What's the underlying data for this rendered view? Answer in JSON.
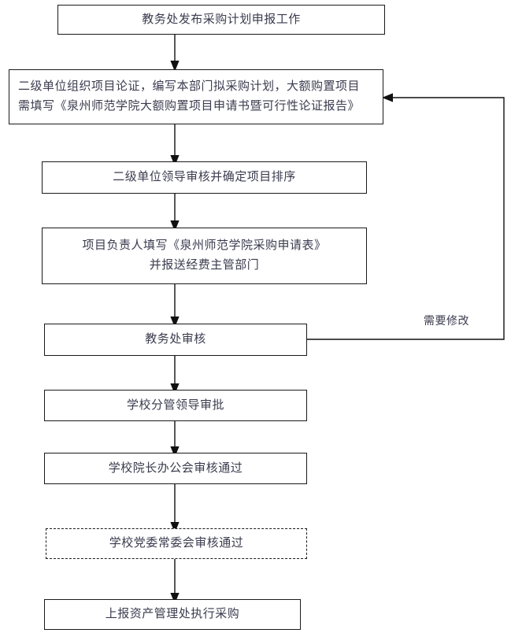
{
  "diagram": {
    "title_node": "教务处发布采购计划申报工作",
    "colors": {
      "box_border": "#1a1a1a",
      "box_fill": "#ffffff",
      "text": "#3b3b4f",
      "connector": "#111111",
      "page_background": "#ffffff"
    },
    "nodes": [
      {
        "id": "publish-plan",
        "lines": [
          "教务处发布采购计划申报工作"
        ],
        "border": "solid",
        "align": "center"
      },
      {
        "id": "unit-organize-demonstration",
        "lines": [
          "二级单位组织项目论证，编写本部门拟采购计划，大额购置项目",
          "需填写《泉州师范学院大额购置项目申请书暨可行性论证报告》"
        ],
        "border": "solid",
        "align": "left"
      },
      {
        "id": "unit-leader-review",
        "lines": [
          "二级单位领导审核并确定项目排序"
        ],
        "border": "solid",
        "align": "center"
      },
      {
        "id": "project-owner-fill-form",
        "lines": [
          "项目负责人填写《泉州师范学院采购申请表》",
          "并报送经费主管部门"
        ],
        "border": "solid",
        "align": "center"
      },
      {
        "id": "academic-affairs-review",
        "lines": [
          "教务处审核"
        ],
        "border": "solid",
        "align": "center"
      },
      {
        "id": "school-leader-approval",
        "lines": [
          "学校分管领导审批"
        ],
        "border": "solid",
        "align": "center"
      },
      {
        "id": "presidents-office-meeting",
        "lines": [
          "学校院长办公会审核通过"
        ],
        "border": "solid",
        "align": "center"
      },
      {
        "id": "party-committee-meeting",
        "lines": [
          "学校党委常委会审核通过"
        ],
        "border": "dashed",
        "align": "center"
      },
      {
        "id": "report-asset-management",
        "lines": [
          "上报资产管理处执行采购"
        ],
        "border": "solid",
        "align": "center"
      }
    ],
    "edge_labels": [
      {
        "id": "needs-revision",
        "text": "需要修改"
      }
    ]
  }
}
